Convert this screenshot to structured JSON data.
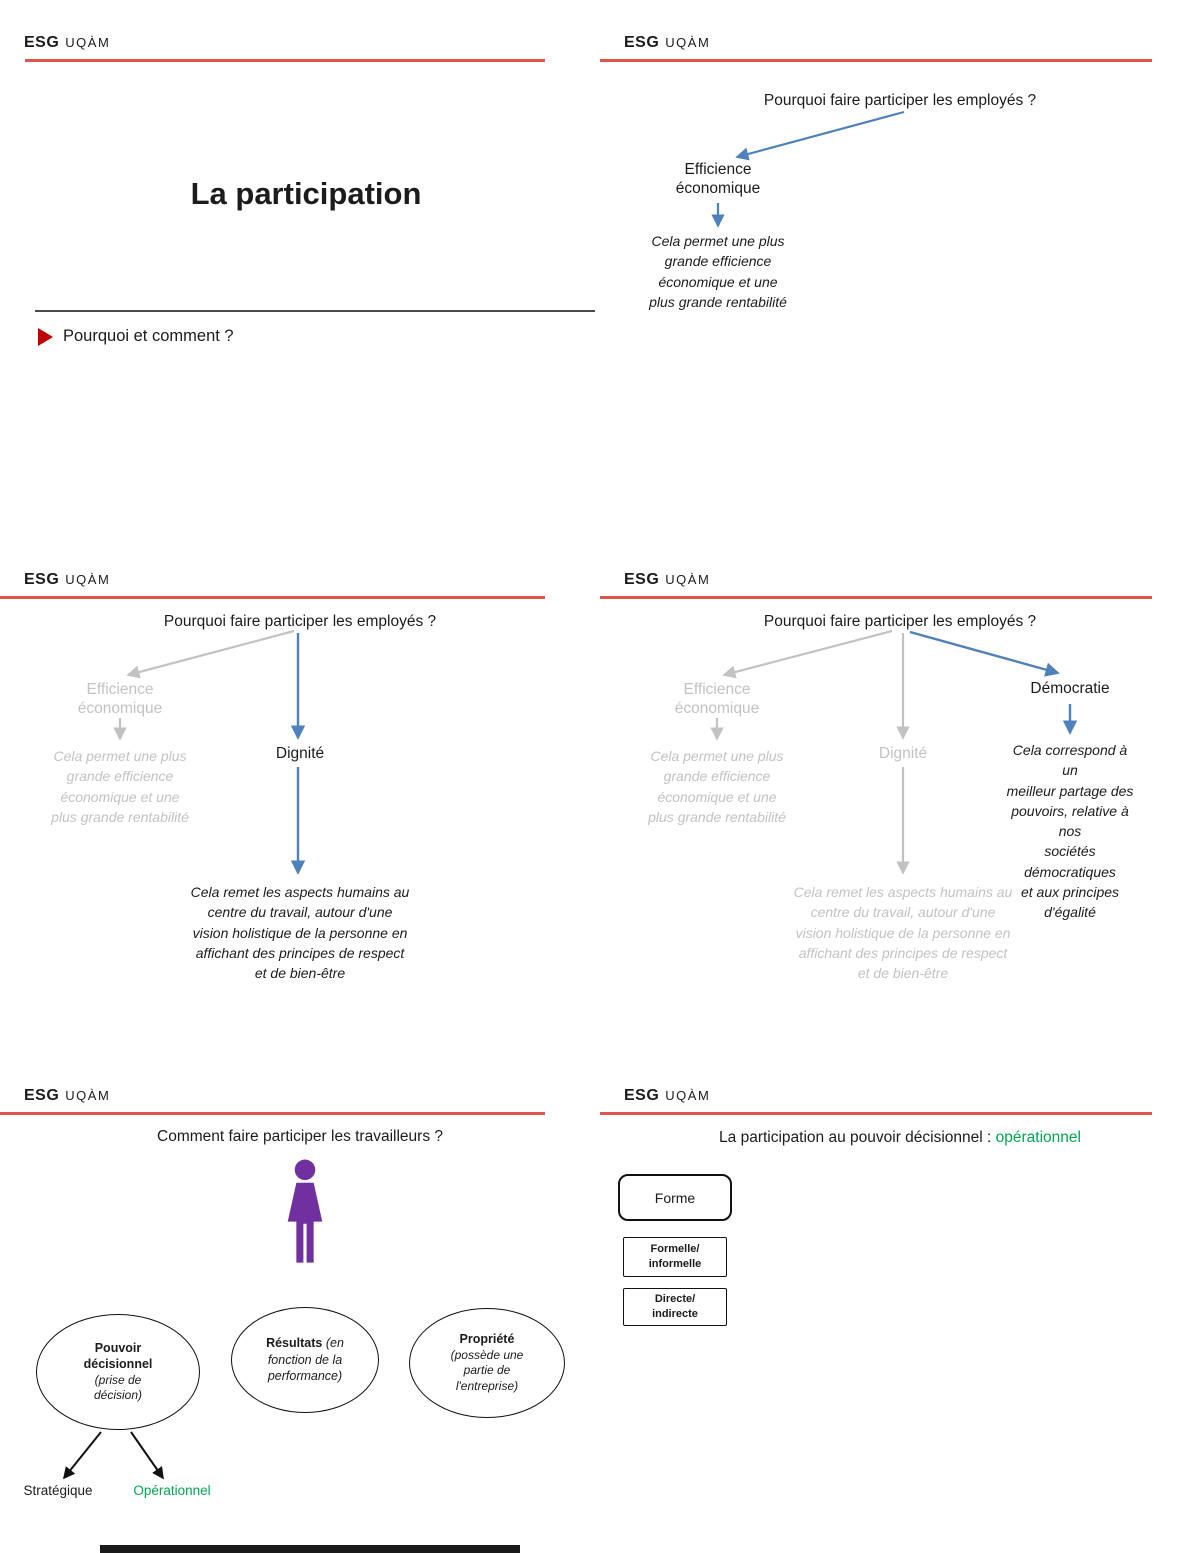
{
  "colors": {
    "header_rule": "#e0544b",
    "arrow_blue": "#4f81bd",
    "muted_gray": "#c2c2c2",
    "green": "#00a550",
    "purple": "#7030a0",
    "bullet_red": "#c00000"
  },
  "logo": {
    "esg": "ESG",
    "uqam": "UQÀM"
  },
  "slide1": {
    "title": "La participation",
    "bullet_label": "Pourquoi et comment ?"
  },
  "slide2": {
    "question": "Pourquoi faire participer les employés ?",
    "efficience_label": "Efficience\néconomique",
    "efficience_desc": "Cela permet une plus\ngrande efficience\néconomique et une\nplus grande rentabilité"
  },
  "slide3": {
    "question": "Pourquoi faire participer les employés ?",
    "efficience_label": "Efficience\néconomique",
    "efficience_desc": "Cela permet une plus\ngrande efficience\néconomique et une\nplus grande rentabilité",
    "dignite_label": "Dignité",
    "dignite_desc": "Cela remet les aspects humains au\ncentre du travail, autour d'une\nvision holistique de la personne en\naffichant des principes de respect\net de bien-être"
  },
  "slide4": {
    "question": "Pourquoi faire participer les employés ?",
    "efficience_label": "Efficience\néconomique",
    "efficience_desc": "Cela permet une plus\ngrande efficience\néconomique et une\nplus grande rentabilité",
    "dignite_label": "Dignité",
    "dignite_desc": "Cela remet les aspects humains au\ncentre du travail, autour d'une\nvision holistique de la personne en\naffichant des principes de respect\net de bien-être",
    "democratie_label": "Démocratie",
    "democratie_desc": "Cela correspond à un\nmeilleur partage des\npouvoirs, relative à nos\nsociétés démocratiques\net aux principes\nd'égalité"
  },
  "slide5": {
    "question": "Comment faire participer les travailleurs ?",
    "ellipse1_title": "Pouvoir\ndécisionnel",
    "ellipse1_sub": "(prise de\ndécision)",
    "ellipse2_title": "Résultats",
    "ellipse2_sub": "(en fonction de la performance)",
    "ellipse3_title": "Propriété",
    "ellipse3_sub": "(possède une\npartie de\nl'entreprise)",
    "leaf_strategique": "Stratégique",
    "leaf_operationnel": "Opérationnel"
  },
  "slide6": {
    "question_prefix": "La participation au pouvoir décisionnel : ",
    "question_highlight": "opérationnel",
    "box_forme": "Forme",
    "box_formelle": "Formelle/\ninformelle",
    "box_directe": "Directe/\nindirecte"
  }
}
